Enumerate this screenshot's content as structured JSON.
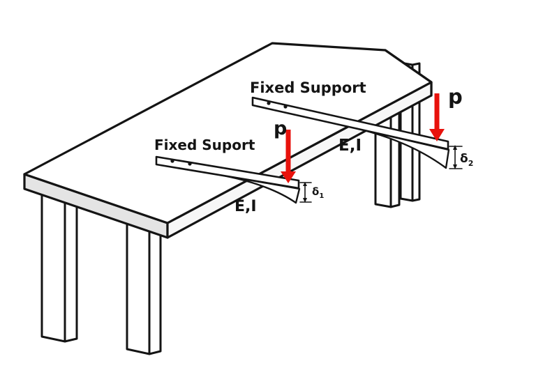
{
  "meta": {
    "background": "#ffffff",
    "ink": "#141414",
    "accent_red": "#e8120c",
    "table_shade": "#e4e4e4"
  },
  "labels": {
    "beam_left": {
      "support": "Fixed Suport",
      "load": "p",
      "stiffness": "E,I",
      "deflection_symbol": "δ",
      "deflection_subscript": "1"
    },
    "beam_right": {
      "support": "Fixed Support",
      "load": "p",
      "stiffness": "E,I",
      "deflection_symbol": "δ",
      "deflection_subscript": "2"
    }
  }
}
